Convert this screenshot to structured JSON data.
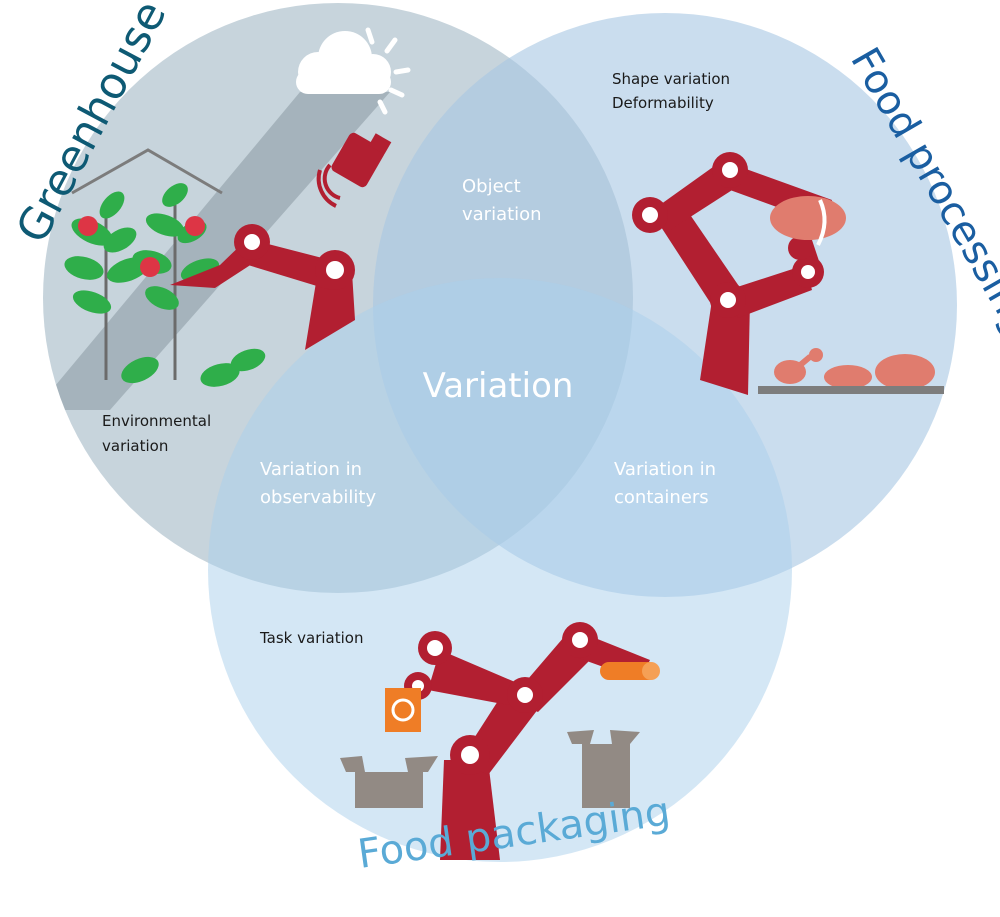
{
  "circles": {
    "greenhouse": {
      "label": "Greenhouse",
      "note_line1": "Environmental",
      "note_line2": "variation",
      "fill": "#bdccd6",
      "label_color": "#0e5a74"
    },
    "food_processing": {
      "label": "Food processing",
      "note_line1": "Shape variation",
      "note_line2": "Deformability",
      "fill": "#b3cee6",
      "label_color": "#1a5ea1"
    },
    "food_packaging": {
      "label": "Food packaging",
      "note": "Task variation",
      "fill": "#c4ddf1",
      "label_color": "#5aaad6"
    }
  },
  "overlaps": {
    "object": {
      "line1": "Object",
      "line2": "variation"
    },
    "observability": {
      "line1": "Variation in",
      "line2": "observability"
    },
    "containers": {
      "line1": "Variation in",
      "line2": "containers"
    },
    "center": "Variation"
  },
  "colors": {
    "robot": "#b21f31",
    "leaf": "#2fae4a",
    "tomato": "#dd3545",
    "box": "#928a84",
    "meat": "#e07c6e",
    "packet": "#ef7d26"
  },
  "icons": [
    "house-outline-icon",
    "cloud-icon",
    "sun-icon",
    "camera-icon",
    "tomato-plant-icon",
    "robot-arm-icon",
    "chicken-icon",
    "box-icon",
    "snack-packet-icon",
    "sausage-icon"
  ]
}
